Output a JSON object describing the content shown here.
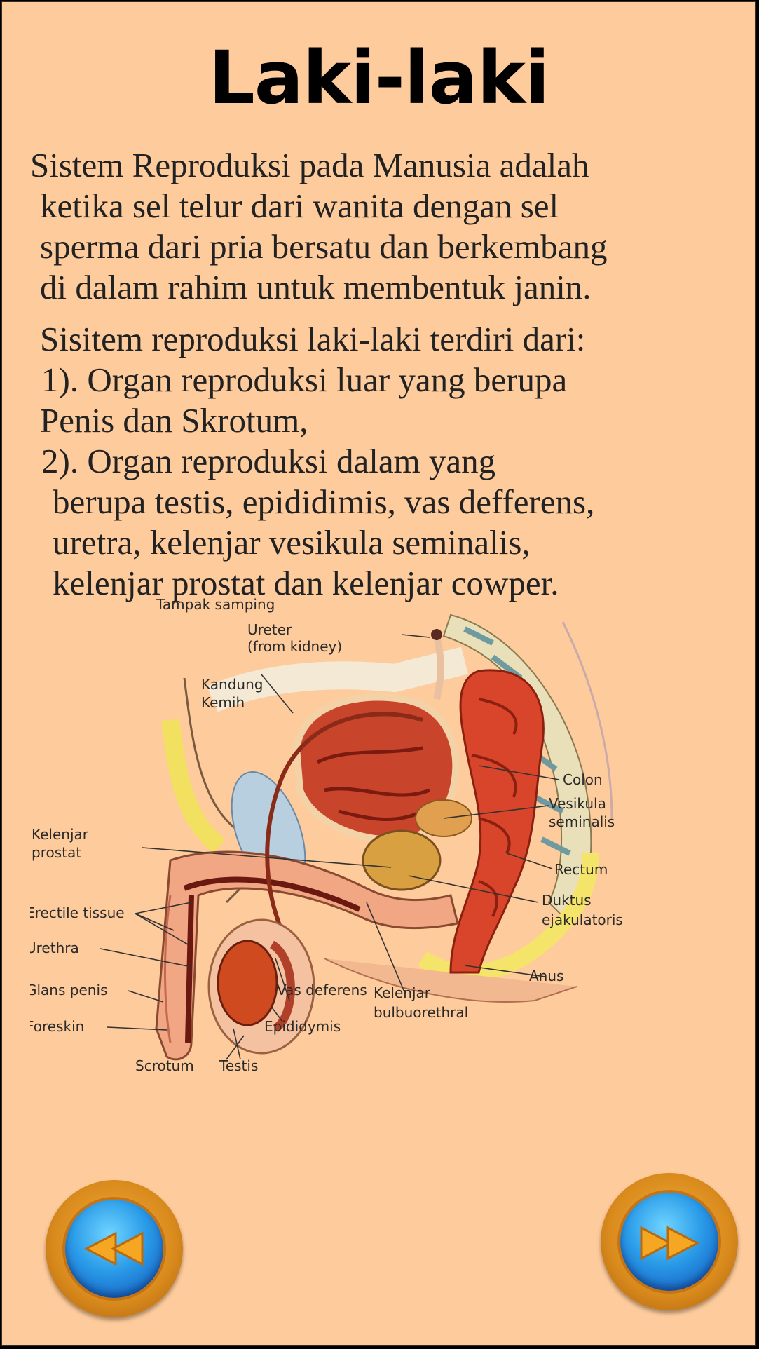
{
  "title": "Laki-laki",
  "paragraph1": [
    "Sistem Reproduksi pada Manusia adalah",
    "ketika sel telur dari wanita dengan sel",
    "sperma dari pria bersatu dan berkembang",
    "di dalam rahim untuk membentuk janin."
  ],
  "paragraph2": [
    "Sisitem reproduksi laki-laki terdiri dari:",
    "1). Organ reproduksi luar yang berupa",
    "Penis dan Skrotum,",
    "2). Organ reproduksi dalam yang",
    "berupa testis, epididimis, vas defferens,",
    "uretra, kelenjar vesikula seminalis,",
    "kelenjar prostat dan kelenjar cowper."
  ],
  "diagram": {
    "caption": "Tampak samping",
    "labels": {
      "ureter_1": "Ureter",
      "ureter_2": "(from kidney)",
      "kandung_1": "Kandung",
      "kandung_2": "Kemih",
      "colon": "Colon",
      "vesikula_1": "Vesikula",
      "vesikula_2": "seminalis",
      "prostat_1": "Kelenjar",
      "prostat_2": "prostat",
      "rectum": "Rectum",
      "duktus_1": "Duktus",
      "duktus_2": "ejakulatoris",
      "erectile": "Erectile tissue",
      "urethra": "Urethra",
      "anus": "Anus",
      "glans": "Glans penis",
      "vas": "Vas deferens",
      "bulbo_1": "Kelenjar",
      "bulbo_2": "bulbuorethral",
      "foreskin": "Foreskin",
      "epididymis": "Epididymis",
      "scrotum": "Scrotum",
      "testis": "Testis"
    }
  },
  "nav": {
    "prev_icon": "rewind-icon",
    "next_icon": "fast-forward-icon"
  },
  "colors": {
    "background": "#fecb9c",
    "button_ring": "#d98a1c",
    "button_face": "#2a9be8",
    "arrow": "#f5a623"
  }
}
